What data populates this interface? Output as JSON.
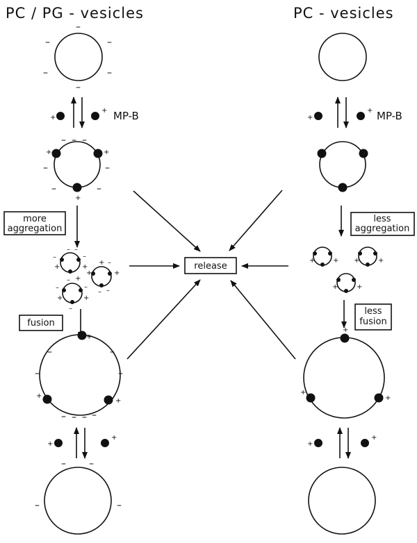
{
  "headers": {
    "left": "PC / PG - vesicles",
    "right": "PC - vesicles"
  },
  "protein_label": "MP-B",
  "labels": {
    "more_aggregation": [
      "more",
      "aggregation"
    ],
    "fusion": "fusion",
    "release": "release",
    "less_aggregation": [
      "less",
      "aggregation"
    ],
    "less_fusion": [
      "less",
      "fusion"
    ]
  },
  "signs": {
    "minus": "–",
    "plus": "+"
  },
  "colors": {
    "ink": "#111111",
    "background": "#ffffff"
  }
}
